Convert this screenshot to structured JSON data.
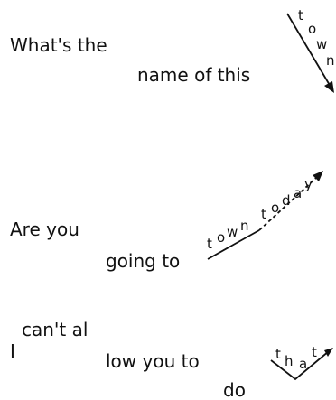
{
  "puzzles": [
    {
      "line1": "What's the",
      "line2": "name of this",
      "word_letters": [
        "t",
        "o",
        "w",
        "n"
      ]
    },
    {
      "line1": "Are you",
      "line2": "going to",
      "word1_letters": [
        "t",
        "o",
        "w",
        "n"
      ],
      "word2_letters": [
        "t",
        "o",
        "d",
        "a",
        "y"
      ]
    },
    {
      "line1_a": "I",
      "line1_b": "can't al",
      "line2": "low you to",
      "line3": "do",
      "word_letters": [
        "t",
        "h",
        "a",
        "t"
      ]
    }
  ],
  "colors": {
    "ink": "#111111",
    "background": "#ffffff"
  }
}
